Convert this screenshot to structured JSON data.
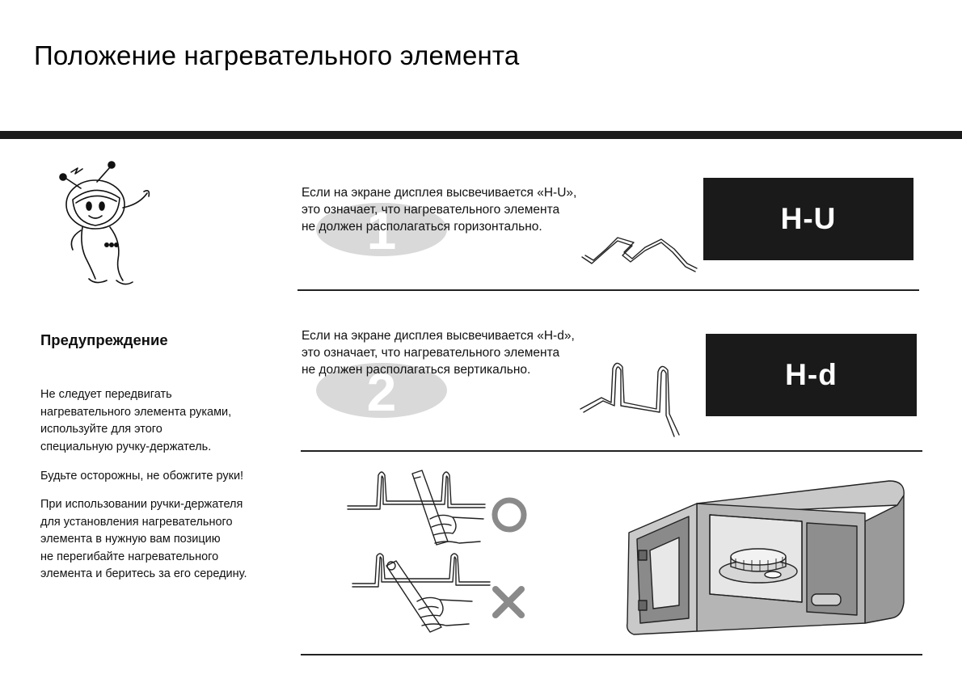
{
  "page": {
    "title": "Положение нагревательного элемента"
  },
  "steps": [
    {
      "number": "1",
      "lines": [
        "Если на экране дисплея высвечивается «H-U»,",
        "это означает, что нагревательного элемента",
        "не должен располагаться горизонтально."
      ],
      "display_code": "H-U"
    },
    {
      "number": "2",
      "lines": [
        "Если на экране дисплея высвечивается «H-d»,",
        "это означает, что нагревательного элемента",
        "не должен располагаться вертикально."
      ],
      "display_code": "H-d"
    }
  ],
  "warning": {
    "title": "Предупреждение",
    "paragraphs": [
      {
        "lines": [
          "Не следует передвигать",
          "нагревательного элемента руками,",
          "используйте для этого",
          "специальную ручку-держатель."
        ]
      },
      {
        "lines": [
          "Будьте осторожны, не обожгите руки!"
        ]
      },
      {
        "lines": [
          "При использовании ручки-держателя",
          "для установления нагревательного",
          "элемента в нужную вам позицию",
          "не перегибайте нагревательного",
          "элемента и беритесь за его середину."
        ]
      }
    ]
  },
  "icons": {
    "mascot": "mascot-icon",
    "correct": "circle-correct-icon",
    "incorrect": "cross-incorrect-icon",
    "microwave": "microwave-illustration"
  },
  "colors": {
    "rule": "#1a1a1a",
    "display_bg": "#1a1a1a",
    "display_text": "#ffffff",
    "step_number_bg": "#d9d9d9",
    "mark_color": "#8a8a8a"
  }
}
